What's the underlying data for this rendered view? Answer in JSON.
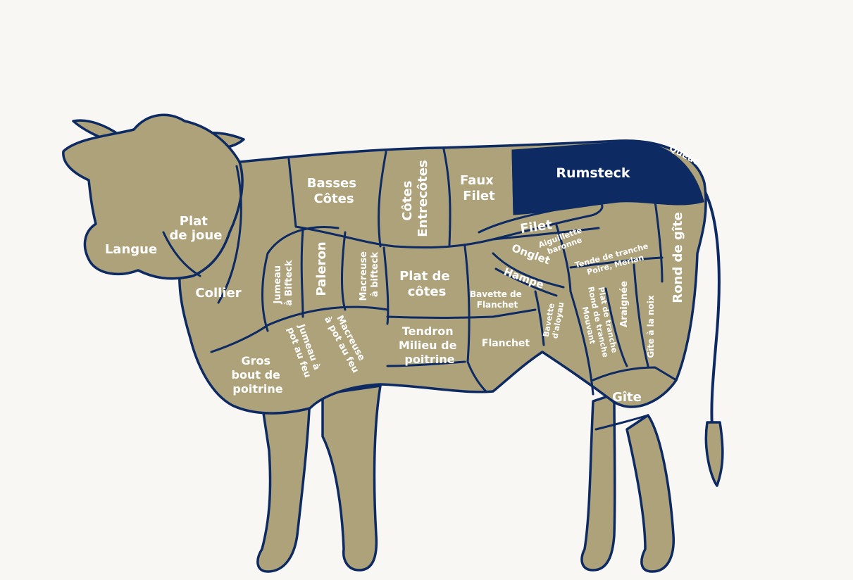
{
  "colors": {
    "background": "#f9f7f4",
    "body": "#aea27a",
    "outline": "#0d2a63",
    "highlight": "#0d2a63",
    "label": "#ffffff"
  },
  "highlighted_cut": "Rumsteck",
  "cuts": {
    "plat_de_joue": [
      "Plat",
      "de joue"
    ],
    "langue": "Langue",
    "collier": "Collier",
    "basses_cotes": [
      "Basses",
      "Côtes"
    ],
    "cotes_entrecotes": [
      "Côtes",
      "Entrecôtes"
    ],
    "faux_filet": [
      "Faux",
      "Filet"
    ],
    "rumsteck": "Rumsteck",
    "queue": "Queue",
    "filet": "Filet",
    "aiguillette_baronne": [
      "Aiguillette",
      "baronne"
    ],
    "onglet": "Onglet",
    "hampe": "Hampe",
    "tende_de_tranche": [
      "Tende de tranche",
      "Poire, Merlan"
    ],
    "rond_de_gite": "Rond de gîte",
    "jumeau_a_bifteck": [
      "Jumeau",
      "à Bifteck"
    ],
    "paleron": "Paleron",
    "macreuse_a_bifteck": [
      "Macreuse",
      "à bifteck"
    ],
    "plat_de_cotes": [
      "Plat de",
      "côtes"
    ],
    "bavette_de_flanchet": [
      "Bavette de",
      "Flanchet"
    ],
    "bavette_d_aloyau": [
      "Bavette",
      "d'aloyau"
    ],
    "plat_de_tranche": [
      "Plat de tranche",
      "Rond de tranche",
      "Mouvant"
    ],
    "araignee": "Araignée",
    "gite_a_la_noix": "Gîte à la noix",
    "jumeau_a_pot_au_feu": [
      "Jumeau à",
      "pot au feu"
    ],
    "macreuse_a_pot_au_feu": [
      "Macreuse",
      "à pot au feu"
    ],
    "tendron": [
      "Tendron",
      "Milieu de",
      "poitrine"
    ],
    "flanchet": "Flanchet",
    "gros_bout_de_poitrine": [
      "Gros",
      "bout de",
      "poitrine"
    ],
    "gite": "Gîte"
  }
}
